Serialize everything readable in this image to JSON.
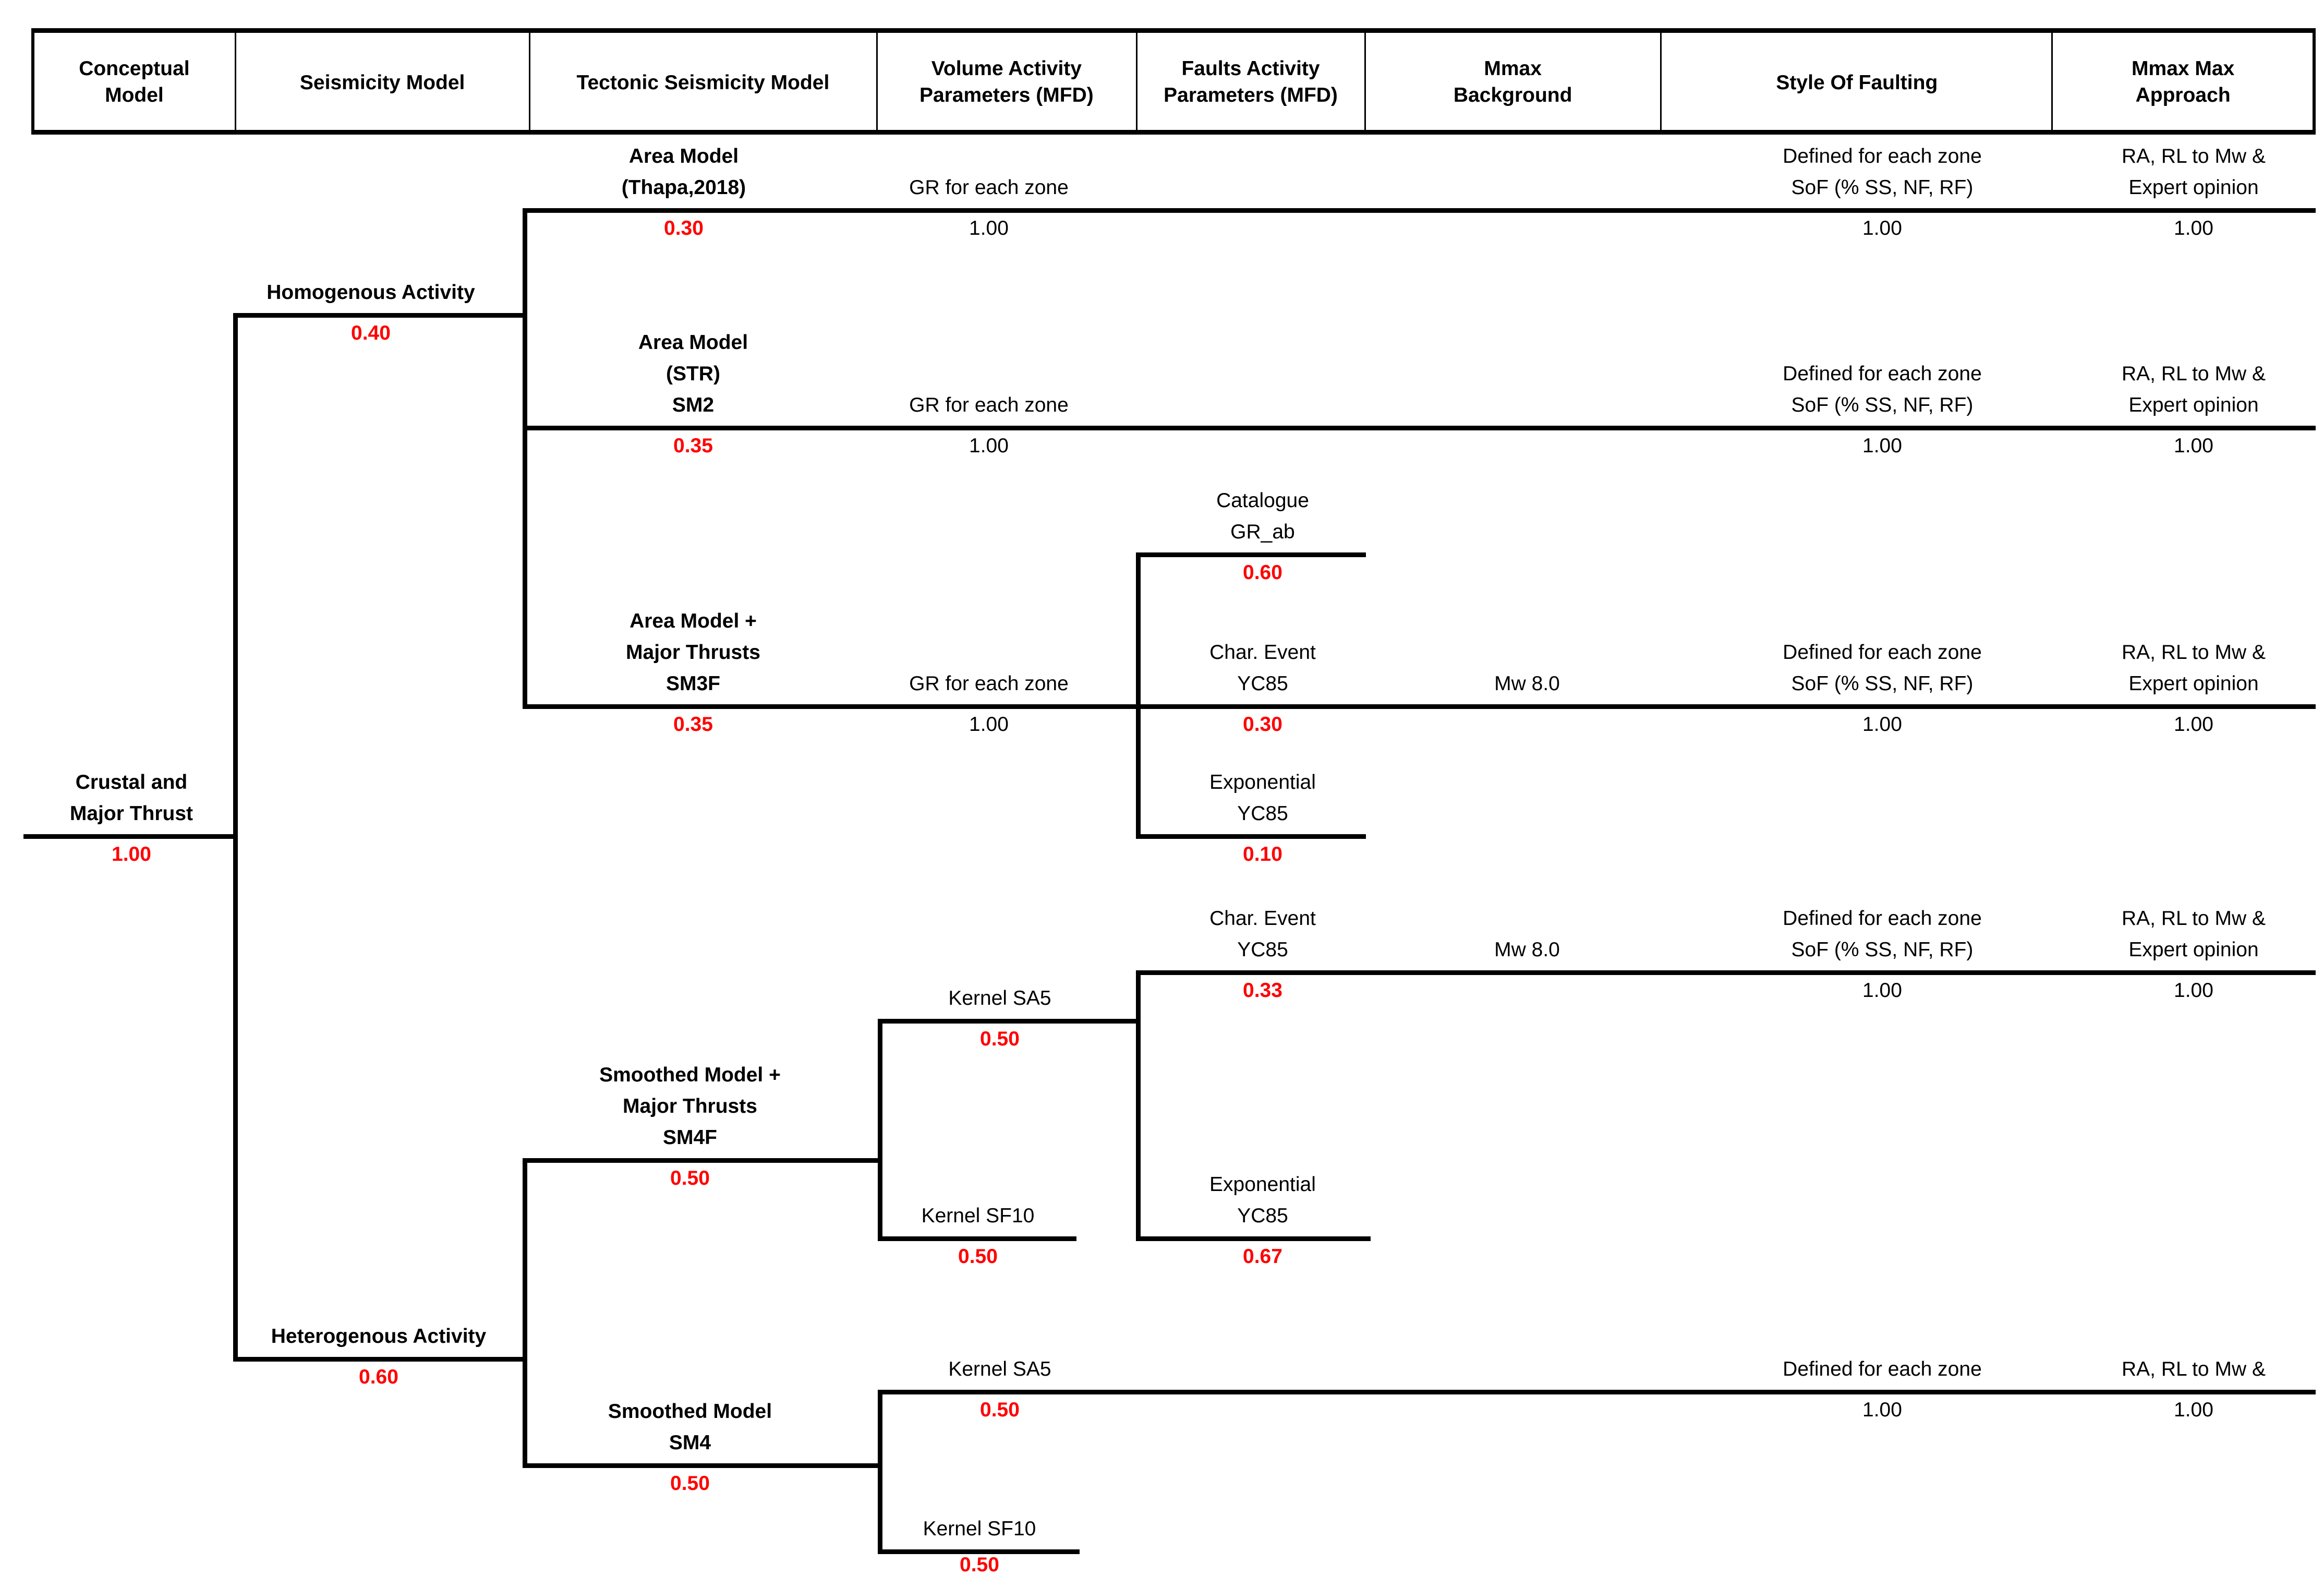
{
  "colors": {
    "branch_weight_red": "#FF0000",
    "text_black": "#000000",
    "connector_black": "#000000"
  },
  "header": {
    "columns": [
      {
        "lines": [
          "Conceptual",
          "Model"
        ]
      },
      {
        "lines": [
          "Seismicity Model"
        ]
      },
      {
        "lines": [
          "Tectonic Seismicity Model"
        ]
      },
      {
        "lines": [
          "Volume Activity",
          "Parameters (MFD)"
        ]
      },
      {
        "lines": [
          "Faults Activity",
          "Parameters (MFD)"
        ]
      },
      {
        "lines": [
          "Mmax",
          "Background"
        ]
      },
      {
        "lines": [
          "Style Of Faulting"
        ]
      },
      {
        "lines": [
          "Mmax Max",
          "Approach"
        ]
      }
    ]
  },
  "nodes": {
    "root": {
      "lines": [
        "Crustal and",
        "Major Thrust"
      ],
      "weight": "1.00"
    },
    "homogenous": {
      "lines": [
        "Homogenous Activity"
      ],
      "weight": "0.40"
    },
    "heterogenous": {
      "lines": [
        "Heterogenous Activity"
      ],
      "weight": "0.60"
    },
    "area_thapa": {
      "lines": [
        "Area Model",
        "(Thapa,2018)"
      ],
      "weight": "0.30"
    },
    "gr_zone_1": {
      "lines": [
        "GR for each zone"
      ],
      "weight": "1.00"
    },
    "sof_1": {
      "lines": [
        "Defined for each zone",
        "SoF (% SS, NF, RF)"
      ],
      "weight": "1.00"
    },
    "mmax_approach_1": {
      "lines": [
        "RA, RL to Mw &",
        "Expert opinion"
      ],
      "weight": "1.00"
    },
    "area_str": {
      "lines": [
        "Area Model",
        "(STR)",
        "SM2"
      ],
      "weight": "0.35"
    },
    "gr_zone_2": {
      "lines": [
        "GR for each zone"
      ],
      "weight": "1.00"
    },
    "sof_2": {
      "lines": [
        "Defined for each zone",
        "SoF (% SS, NF, RF)"
      ],
      "weight": "1.00"
    },
    "mmax_approach_2": {
      "lines": [
        "RA, RL to Mw &",
        "Expert opinion"
      ],
      "weight": "1.00"
    },
    "catalogue_gr_ab": {
      "lines": [
        "Catalogue",
        "GR_ab"
      ],
      "weight": "0.60"
    },
    "area_sm3f": {
      "lines": [
        "Area Model +",
        "Major Thrusts",
        "SM3F"
      ],
      "weight": "0.35"
    },
    "gr_zone_3": {
      "lines": [
        "GR for each zone"
      ],
      "weight": "1.00"
    },
    "char_event_030": {
      "lines": [
        "Char. Event",
        "YC85"
      ],
      "weight": "0.30"
    },
    "mmax_bg_1": {
      "lines": [
        "Mw 8.0"
      ],
      "weight": ""
    },
    "sof_3": {
      "lines": [
        "Defined for each zone",
        "SoF (% SS, NF, RF)"
      ],
      "weight": "1.00"
    },
    "mmax_approach_3": {
      "lines": [
        "RA, RL to Mw &",
        "Expert opinion"
      ],
      "weight": "1.00"
    },
    "exponential_010": {
      "lines": [
        "Exponential",
        "YC85"
      ],
      "weight": "0.10"
    },
    "char_event_033": {
      "lines": [
        "Char. Event",
        "YC85"
      ],
      "weight": "0.33"
    },
    "mmax_bg_2": {
      "lines": [
        "Mw 8.0"
      ],
      "weight": ""
    },
    "sof_4": {
      "lines": [
        "Defined for each zone",
        "SoF (% SS, NF, RF)"
      ],
      "weight": "1.00"
    },
    "mmax_approach_4": {
      "lines": [
        "RA, RL to Mw &",
        "Expert opinion"
      ],
      "weight": "1.00"
    },
    "kernel_sa5_top": {
      "lines": [
        "Kernel SA5"
      ],
      "weight": "0.50"
    },
    "sm4f": {
      "lines": [
        "Smoothed Model +",
        "Major Thrusts",
        "SM4F"
      ],
      "weight": "0.50"
    },
    "kernel_sf10_top": {
      "lines": [
        "Kernel SF10"
      ],
      "weight": "0.50"
    },
    "exponential_067": {
      "lines": [
        "Exponential",
        "YC85"
      ],
      "weight": "0.67"
    },
    "kernel_sa5_bottom": {
      "lines": [
        "Kernel SA5"
      ],
      "weight": "0.50"
    },
    "sof_5": {
      "lines": [
        "Defined for each zone"
      ],
      "weight": "1.00"
    },
    "mmax_approach_5": {
      "lines": [
        "RA, RL to Mw &"
      ],
      "weight": "1.00"
    },
    "sm4": {
      "lines": [
        "Smoothed Model",
        "SM4"
      ],
      "weight": "0.50"
    },
    "kernel_sf10_bottom": {
      "lines": [
        "Kernel SF10"
      ],
      "weight": "0.50"
    }
  }
}
